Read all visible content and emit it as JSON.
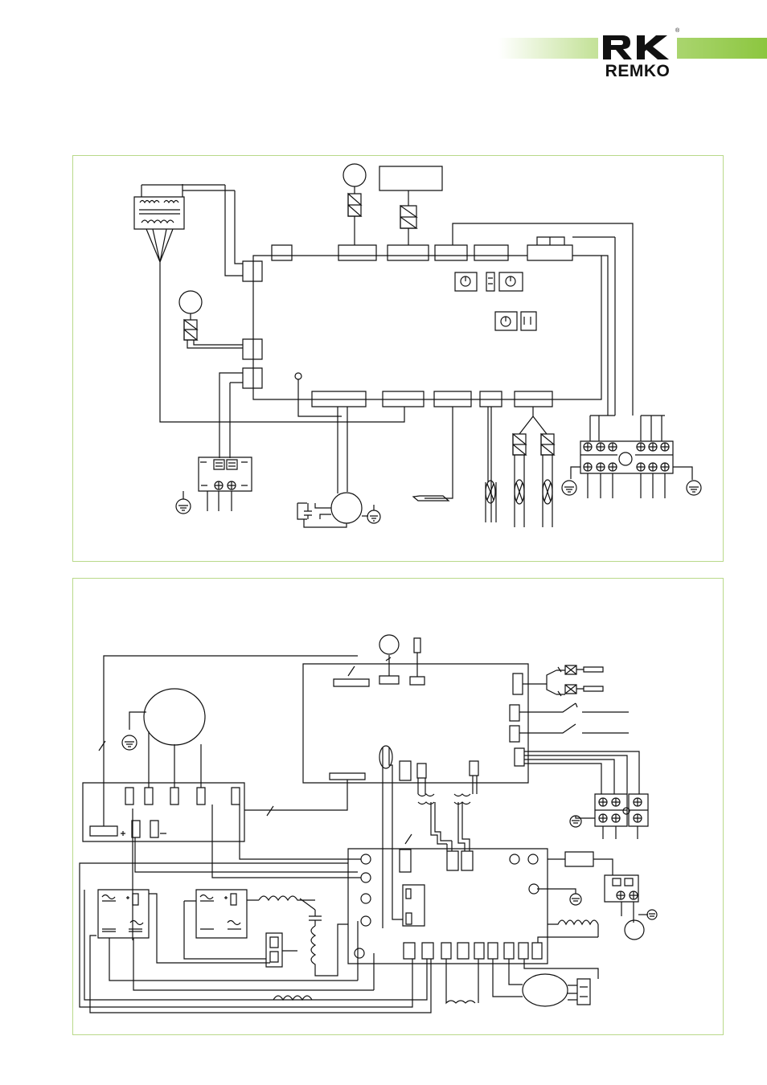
{
  "brand": {
    "name": "REMKO",
    "registered_mark": "®",
    "logo_icon": "remko-rk-logo-icon",
    "colors": {
      "band": "#8cc63f",
      "panel_border": "#b9d98a",
      "ink": "#111111"
    }
  },
  "diagrams": [
    {
      "id": "indoor-unit-wiring",
      "icon": "wiring-diagram-icon"
    },
    {
      "id": "outdoor-unit-wiring",
      "icon": "wiring-diagram-icon"
    }
  ]
}
